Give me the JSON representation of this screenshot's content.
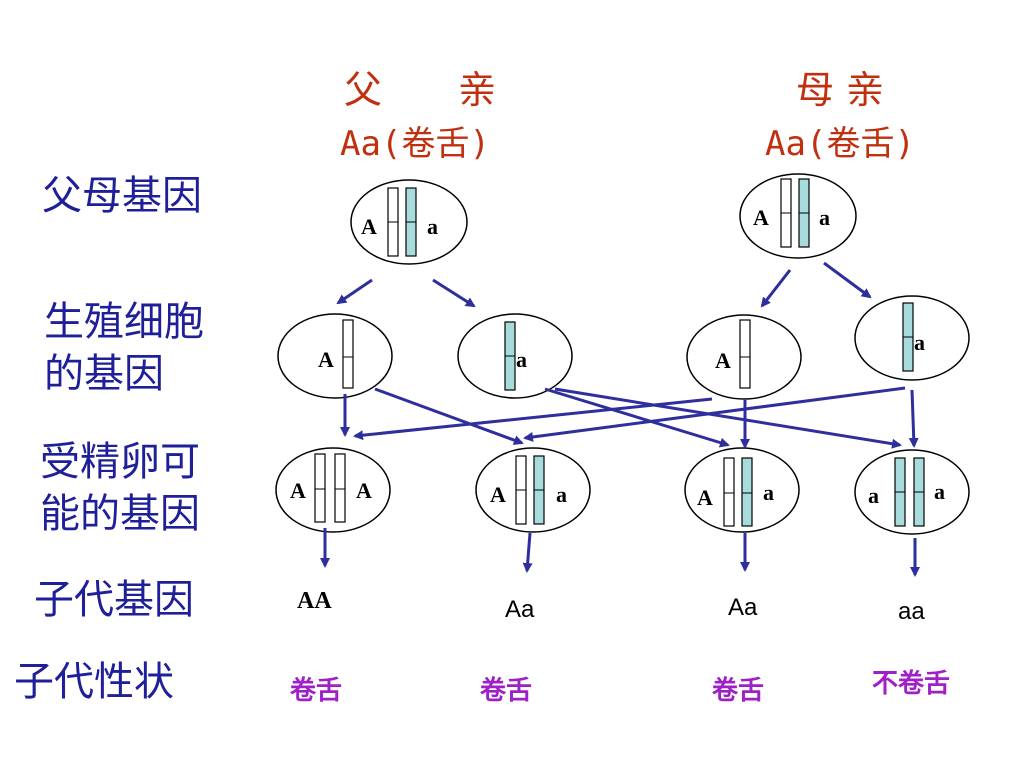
{
  "row_labels": {
    "parents_genes": "父母基因",
    "gamete_genes": [
      "生殖细胞",
      "的基因"
    ],
    "zygote_genes": [
      "受精卵可",
      "能的基因"
    ],
    "offspring_genes": "子代基因",
    "offspring_traits": "子代性状"
  },
  "father": {
    "title": "父　　亲",
    "genotype": "Aa(卷舌)"
  },
  "mother": {
    "title": "母 亲",
    "genotype": "Aa(卷舌)"
  },
  "father_cell": {
    "left_allele": "A",
    "right_allele": "a"
  },
  "mother_cell": {
    "left_allele": "A",
    "right_allele": "a"
  },
  "gametes": [
    {
      "allele": "A"
    },
    {
      "allele": "a"
    },
    {
      "allele": "A"
    },
    {
      "allele": "a"
    }
  ],
  "zygotes": [
    {
      "left": "A",
      "right": "A"
    },
    {
      "left": "A",
      "right": "a"
    },
    {
      "left": "A",
      "right": "a"
    },
    {
      "left": "a",
      "right": "a"
    }
  ],
  "offspring": [
    {
      "genotype": "AA",
      "trait": "卷舌"
    },
    {
      "genotype": "Aa",
      "trait": "卷舌"
    },
    {
      "genotype": "Aa",
      "trait": "卷舌"
    },
    {
      "genotype": "aa",
      "trait": "不卷舌"
    }
  ],
  "colors": {
    "label": "#1f1f9a",
    "parent_text": "#c0300e",
    "trait_text": "#a020c8",
    "arrow": "#2e2e9c",
    "dominant_chromosome": "#ffffff",
    "recessive_chromosome": "#a8dcdc"
  }
}
